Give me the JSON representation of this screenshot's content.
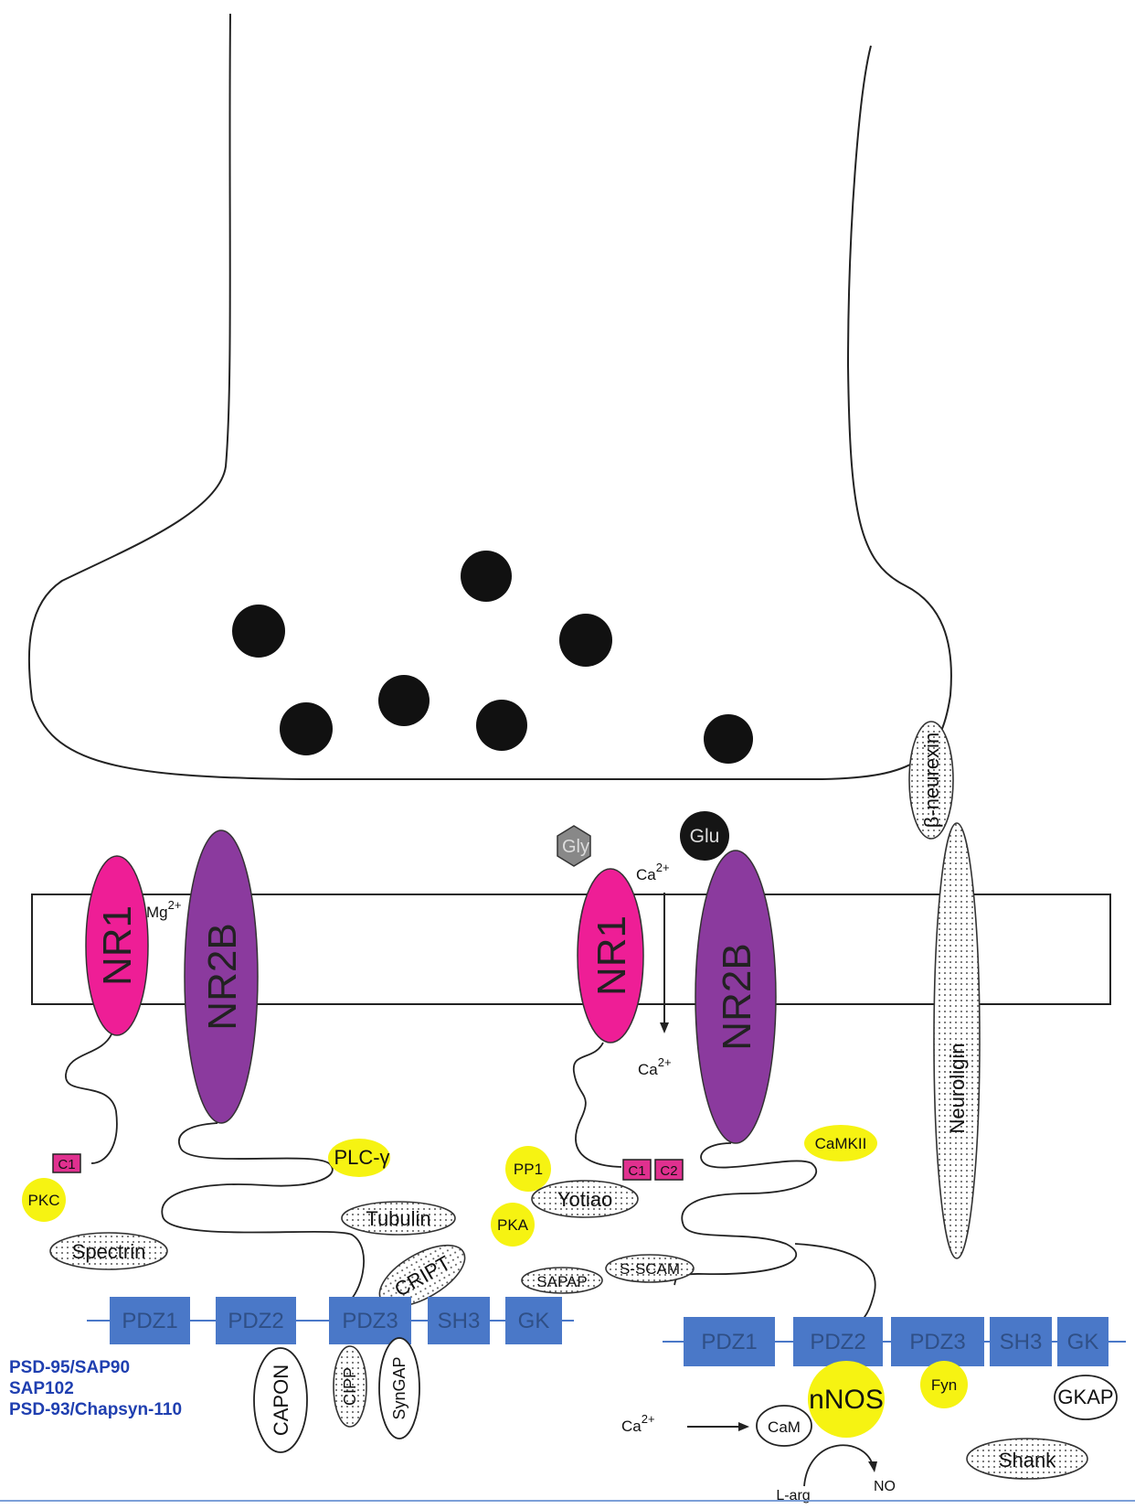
{
  "receptor_left": {
    "nr1": "NR1",
    "nr2b": "NR2B",
    "mg": "Mg",
    "mg_sup": "2+"
  },
  "receptor_right": {
    "nr1": "NR1",
    "nr2b": "NR2B",
    "gly": "Gly",
    "glu": "Glu",
    "ca_top": "Ca",
    "ca_top_sup": "2+",
    "ca_bottom": "Ca",
    "ca_bottom_sup": "2+"
  },
  "adhesion": {
    "beta_neurexin": "β-neurexin",
    "neuroligin": "Neuroligin"
  },
  "left_complex": {
    "c1": "C1",
    "pkc": "PKC",
    "plc": "PLC-γ",
    "spectrin": "Spectrin",
    "tubulin": "Tubulin",
    "cript": "CRIPT",
    "domains": [
      "PDZ1",
      "PDZ2",
      "PDZ3",
      "SH3",
      "GK"
    ],
    "capon": "CAPON",
    "citron": "CIPP",
    "syngap": "SynGAP"
  },
  "right_complex": {
    "pp1": "PP1",
    "pka": "PKA",
    "yotiao": "Yotiao",
    "c1": "C1",
    "c2": "C2",
    "camkii": "CaMKII",
    "sapap": "SAPAP",
    "sscam": "S-SCAM",
    "domains": [
      "PDZ1",
      "PDZ2",
      "PDZ3",
      "SH3",
      "GK"
    ],
    "nnos": "nNOS",
    "fyn": "Fyn",
    "gkap": "GKAP",
    "shank": "Shank",
    "ca": "Ca",
    "ca_sup": "2+",
    "cam": "CaM",
    "larg": "L-arg",
    "no": "NO"
  },
  "legend": [
    "PSD-95/SAP90",
    "SAP102",
    "PSD-93/Chapsyn-110"
  ],
  "colors": {
    "nr1": "#ee1e96",
    "nr2b": "#8b3a9e",
    "kinase": "#f6f312",
    "pdz": "#4a78c8",
    "legend": "#1f3fb0"
  }
}
